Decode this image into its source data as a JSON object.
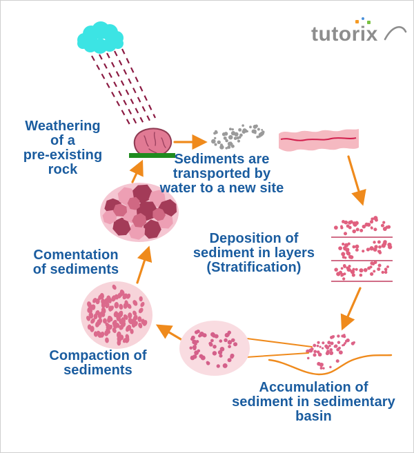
{
  "logo": {
    "text": "tutorix"
  },
  "labels": {
    "weathering": "Weathering\nof a\npre-existing\nrock",
    "transport": "Sediments are\ntransported by\nwater to a new site",
    "deposition": "Deposition of\nsediment in layers\n(Stratification)",
    "comentation": "Comentation\nof sediments",
    "compaction": "Compaction of\nsediments",
    "accumulation": "Accumulation of\nsediment in sedimentary\nbasin"
  },
  "cycle_stages": [
    "Weathering of a pre-existing rock",
    "Sediments are transported by water to a new site",
    "Deposition of sediment in layers (Stratification)",
    "Accumulation of sediment in sedimentary basin",
    "Compaction of sediments",
    "Comentation of sediments"
  ],
  "palette": {
    "label_blue": "#1A5C9F",
    "arrow_orange": "#EF8A1C",
    "cloud_cyan": "#3CE4E4",
    "rain_maroon": "#8B1A42",
    "rock_pink": "#E17A94",
    "rock_outline": "#8E3A52",
    "ground_green": "#1F8B1F",
    "sediment_gray": "#9A9A9A",
    "band_pink": "#F5B9C1",
    "river_red": "#D21F4D",
    "strata_line": "#C13B5E",
    "strata_dot": "#E0607F",
    "basin_dot": "#DC6287",
    "magnified_dot": "#D4608A",
    "circle_fill_light": "#F9DCE1",
    "compaction_dot": "#DB6A8C",
    "cementation_bg": "#F5C6D2",
    "chunk_dark": "#A33B58",
    "chunk_light": "#ED9FB4",
    "chunk_mid": "#D06883",
    "logo_gray": "#8D8D8D",
    "logo_accent_orange": "#F59A23",
    "logo_accent_blue": "#4A90D9",
    "logo_accent_green": "#7AC143"
  }
}
